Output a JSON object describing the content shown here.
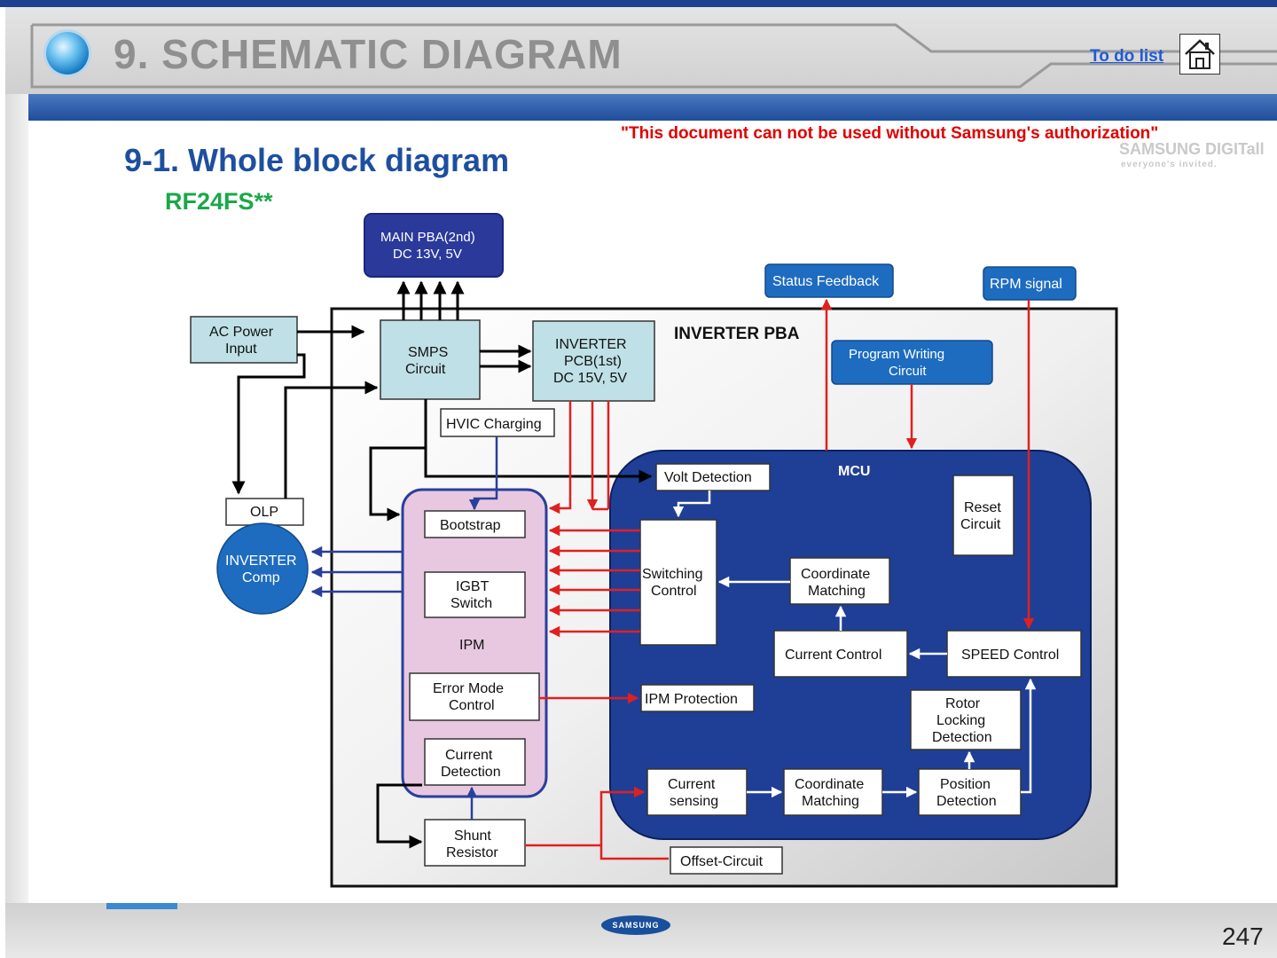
{
  "header": {
    "title": "9. SCHEMATIC DIAGRAM",
    "todo_link": "To do list"
  },
  "slide": {
    "subtitle": "9-1. Whole block diagram",
    "model": "RF24FS**",
    "notice": "\"This document can not be used without Samsung's authorization\"",
    "watermark": "SAMSUNG DIGITall",
    "watermark_tagline": "everyone's invited.",
    "footer_logo": "SAMSUNG",
    "page_number": "247"
  },
  "diagram": {
    "main_pba": [
      "MAIN PBA(2nd)",
      "DC 13V, 5V"
    ],
    "ac_power": [
      "AC Power",
      "Input"
    ],
    "smps": [
      "SMPS",
      "Circuit"
    ],
    "inverter_pcb": [
      "INVERTER",
      "PCB(1st)",
      "DC 15V, 5V"
    ],
    "inverter_pba": "INVERTER PBA",
    "status_feedback": "Status Feedback",
    "rpm_signal": "RPM signal",
    "program_writing": [
      "Program  Writing",
      "Circuit"
    ],
    "hvic_charging": "HVIC Charging",
    "olp": "OLP",
    "inverter_comp": [
      "INVERTER",
      "Comp"
    ],
    "ipm": "IPM",
    "bootstrap": "Bootstrap",
    "igbt_switch": [
      "IGBT",
      "Switch"
    ],
    "error_mode": [
      "Error Mode",
      "Control"
    ],
    "current_detection": [
      "Current",
      "Detection"
    ],
    "shunt_resistor": [
      "Shunt",
      "Resistor"
    ],
    "mcu": "MCU",
    "volt_detection": "Volt Detection",
    "reset_circuit": [
      "Reset",
      "Circuit"
    ],
    "switching_control": [
      "Switching",
      "Control"
    ],
    "coordinate_matching_top": [
      "Coordinate",
      "Matching"
    ],
    "current_control": "Current Control",
    "speed_control": "SPEED Control",
    "ipm_protection": "IPM Protection",
    "rotor_locking": [
      "Rotor",
      "Locking",
      "Detection"
    ],
    "current_sensing": [
      "Current",
      "sensing"
    ],
    "coordinate_matching_bottom": [
      "Coordinate",
      "Matching"
    ],
    "position_detection": [
      "Position",
      "Detection"
    ],
    "offset_circuit": "Offset-Circuit"
  },
  "colors": {
    "dark_blue": "#1c3a8e",
    "mcu_blue": "#1f3f96",
    "accent_blue": "#1e6cc0",
    "teal_box": "#bfe0e6",
    "ipm_pink": "#e8c8e0",
    "red_line": "#e02020",
    "title_gray": "#8f8f8f"
  }
}
